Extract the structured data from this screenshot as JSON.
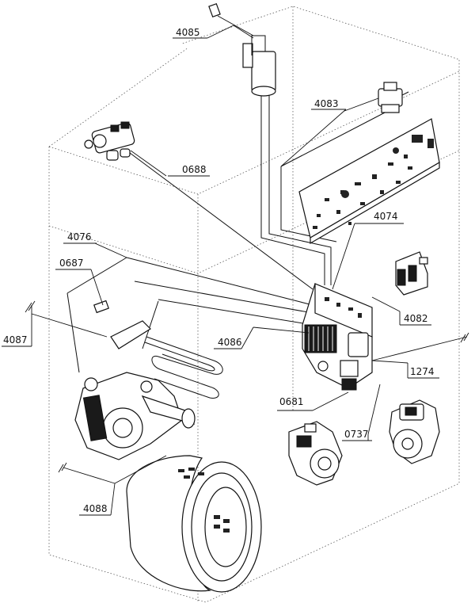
{
  "labels": {
    "p4085": "4085",
    "p4083": "4083",
    "p0688": "0688",
    "p4074": "4074",
    "p4076": "4076",
    "p0687": "0687",
    "p4087": "4087",
    "p4086": "4086",
    "p4082": "4082",
    "p1274": "1274",
    "p0681": "0681",
    "p0737": "0737",
    "p4088": "4088"
  }
}
